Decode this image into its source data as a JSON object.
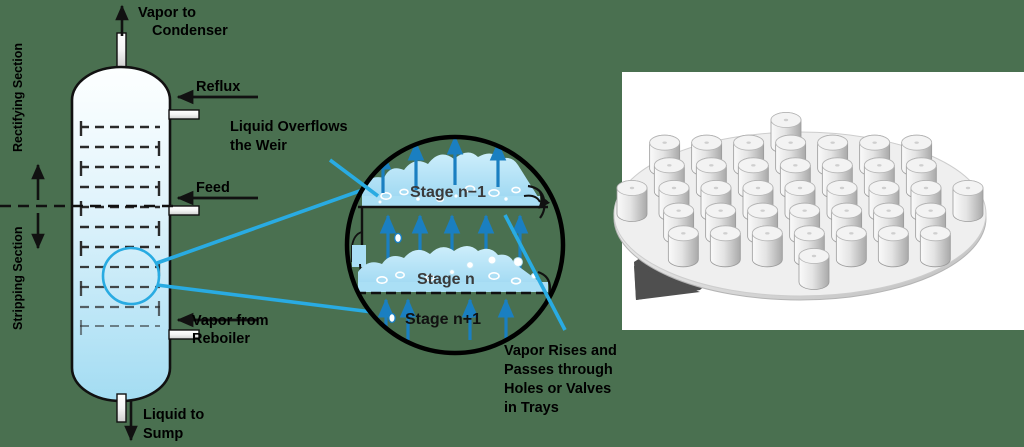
{
  "figure": {
    "title": "Distillation column with tray detail and valve tray photograph",
    "background_color": "#4a7050"
  },
  "column": {
    "labels": {
      "vapor_to_condenser": "Vapor to\nCondenser",
      "vapor_to_condenser_line1": "Vapor to",
      "vapor_to_condenser_line2": "Condenser",
      "reflux": "Reflux",
      "feed": "Feed",
      "vapor_from_reboiler_line1": "Vapor from",
      "vapor_from_reboiler_line2": "Reboiler",
      "liquid_to_sump_line1": "Liquid to",
      "liquid_to_sump_line2": "Sump",
      "rectifying_section": "Rectifying Section",
      "stripping_section": "Stripping Section"
    },
    "colors": {
      "shell_outline": "#111111",
      "liquid_top": "#fdffff",
      "liquid_bottom": "#a3dcf2",
      "nozzle": "#ffffff",
      "highlight_circle": "#29abe2"
    },
    "tray_count": 13,
    "feed_divider": "dashed"
  },
  "detail": {
    "labels": {
      "liquid_overflows_line1": "Liquid Overflows",
      "liquid_overflows_line2": "the Weir",
      "vapor_rises_line1": "Vapor Rises and",
      "vapor_rises_line2": "Passes through",
      "vapor_rises_line3": "Holes or Valves",
      "vapor_rises_line4": "in Trays",
      "stage_n_minus_1": "Stage n−1",
      "stage_n": "Stage n",
      "stage_n_plus_1": "Stage n+1"
    },
    "colors": {
      "circle_outline": "#000000",
      "arrow_blue": "#1a7fc1",
      "froth_blue": "#aadff5",
      "leader_blue": "#29abe2"
    }
  },
  "photo": {
    "caption": "",
    "alt_name": "valve-tray-photo",
    "colors": {
      "panel_background": "#ffffff",
      "tray_light": "#e9e9e9",
      "tray_mid": "#c9c9c9",
      "tray_shadow": "#4f4f4f",
      "valve_top": "#f2f2f2",
      "valve_side": "#b8b8b8"
    },
    "valve_rows": 7,
    "valve_columns": 9
  },
  "icons": {
    "up_arrow": "arrow-up-icon",
    "down_arrow": "arrow-down-icon",
    "left_arrow": "arrow-left-icon",
    "magnifier": "magnifier-circle-icon"
  }
}
